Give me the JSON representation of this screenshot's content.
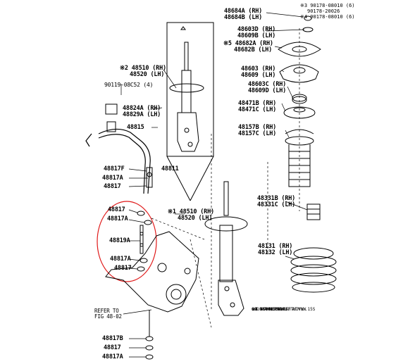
{
  "labels": {
    "l48684": [
      "48684A (RH)",
      "48684B (LH)"
    ],
    "l90178": [
      "※3 90178-08010 (6)",
      "90178-20026",
      "※4 90178-08010 (6)"
    ],
    "l48603D": [
      "48603D (RH)",
      "48609B (LH)"
    ],
    "l48682": [
      "※5 48682A (RH)",
      "48682B (LH)"
    ],
    "l48603": [
      "48603 (RH)",
      "48609 (LH)"
    ],
    "l48510_top": [
      "※2 48510 (RH)",
      "48520 (LH)"
    ],
    "l90119": "90119-08C52 (4)",
    "l48603C": [
      "48603C (RH)",
      "48609D (LH)"
    ],
    "l48824": [
      "48824A (RH)",
      "48829A (LH)"
    ],
    "l48471": [
      "48471B (RH)",
      "48471C (LH)"
    ],
    "l48815": "48815",
    "l48157": [
      "48157B (RH)",
      "48157C (LH)"
    ],
    "l48817F": "48817F",
    "l48811": "48811",
    "l48817A_1": "48817A",
    "l48817_1": "48817",
    "l48331": [
      "48331B (RH)",
      "48331C (LH)"
    ],
    "l48817_2": "48817",
    "l48510_mid": [
      "※1 48510 (RH)",
      "48520 (LH)"
    ],
    "l48817A_2": "48817A",
    "l48131": [
      "48131 (RH)",
      "48132 (LH)"
    ],
    "l48819A": "48819A",
    "l48817A_3": "48817A",
    "l48817_3": "48817",
    "refer": [
      "REFER TO",
      "FIG 48-02"
    ],
    "l48817B": "48817B",
    "l48817_4": "48817",
    "l48817A_4": "48817A",
    "notes": [
      "※1 AW#5 SG#W",
      "※2 NCP41",
      "※3 NCP41. PHL. TH. VW",
      "※4 NCP41 ... TH . VW",
      "※5 ... ATM..15F",
      "0810-  NCP42 .. ATM ..15S",
      "     AW#5 SG#W"
    ]
  }
}
